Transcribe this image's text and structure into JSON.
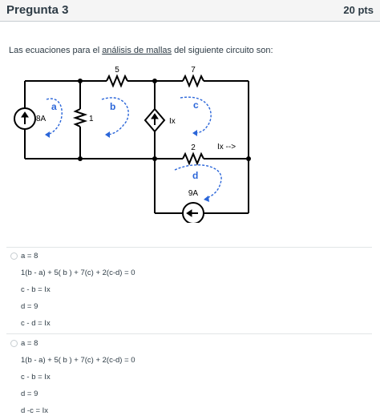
{
  "question": {
    "title": "Pregunta 3",
    "points": "20 pts",
    "text_before": "Las ecuaciones para el ",
    "text_link": "análisis de mallas",
    "text_after": " del siguiente circuito son:"
  },
  "circuit": {
    "r_top_left": "5",
    "r_top_right": "7",
    "r_vertical": "1",
    "r_middle": "2",
    "source_left": "8A",
    "source_dependent": "Ix",
    "source_bottom": "9A",
    "current_label": "Ix -->",
    "mesh_a": "a",
    "mesh_b": "b",
    "mesh_c": "c",
    "mesh_d": "d",
    "colors": {
      "wire": "#000000",
      "annotation": "#2b66d9"
    }
  },
  "options": [
    {
      "lines": [
        "a = 8",
        "1(b - a) + 5( b ) + 7(c) + 2(c-d) = 0",
        "c - b = Ix",
        "d = 9",
        "c - d = Ix"
      ]
    },
    {
      "lines": [
        "a = 8",
        "1(b - a) + 5( b ) + 7(c) + 2(c-d) = 0",
        "c - b = Ix",
        "d = 9",
        "d -c = Ix"
      ]
    }
  ]
}
